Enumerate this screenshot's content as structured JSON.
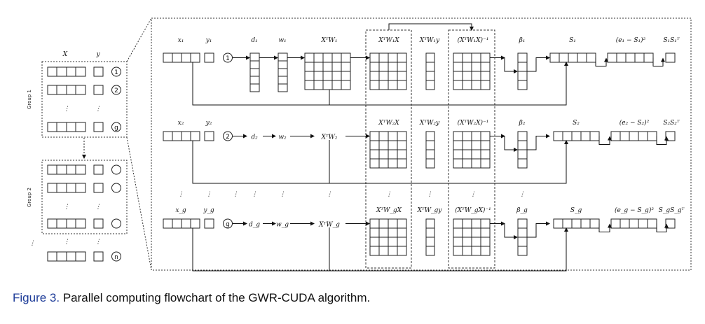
{
  "figure": {
    "caption_label": "Figure 3.",
    "caption_text": "Parallel computing flowchart of the GWR-CUDA algorithm."
  },
  "left_panel": {
    "col_x": "X",
    "col_y": "y",
    "group1_label": "Group 1",
    "group2_label": "Group 2",
    "group1_markers": [
      "1",
      "2",
      "g"
    ],
    "last_marker": "n",
    "ellipsis": "⋮",
    "dots": "···"
  },
  "rows": [
    {
      "id": "1",
      "x_label": "x₁",
      "y_label": "y₁",
      "d_label": "d₁",
      "w_label": "w₁",
      "xtw_label": "XᵀW₁",
      "xtwx_label": "XᵀW₁X",
      "xtwy_label": "XᵀW₁y",
      "inv_label": "(XᵀW₁X)⁻¹",
      "beta_label": "β₁",
      "s_label": "S₁",
      "e_label": "(e₁ − S₁)²",
      "sst_label": "S₁S₁ᵀ"
    },
    {
      "id": "2",
      "x_label": "x₂",
      "y_label": "y₂",
      "d_label": "d₂",
      "w_label": "w₂",
      "xtw_label": "XᵀW₂",
      "xtwx_label": "XᵀW₂X",
      "xtwy_label": "XᵀW₂y",
      "inv_label": "(XᵀW₂X)⁻¹",
      "beta_label": "β₂",
      "s_label": "S₂",
      "e_label": "(e₂ − S₂)²",
      "sst_label": "S₂S₂ᵀ"
    },
    {
      "id": "g",
      "x_label": "x_g",
      "y_label": "y_g",
      "d_label": "d_g",
      "w_label": "w_g",
      "xtw_label": "XᵀW_g",
      "xtwx_label": "XᵀW_gX",
      "xtwy_label": "XᵀW_gy",
      "inv_label": "(XᵀW_gX)⁻¹",
      "beta_label": "β_g",
      "s_label": "S_g",
      "e_label": "(e_g − S_g)²",
      "sst_label": "S_gS_gᵀ"
    }
  ]
}
